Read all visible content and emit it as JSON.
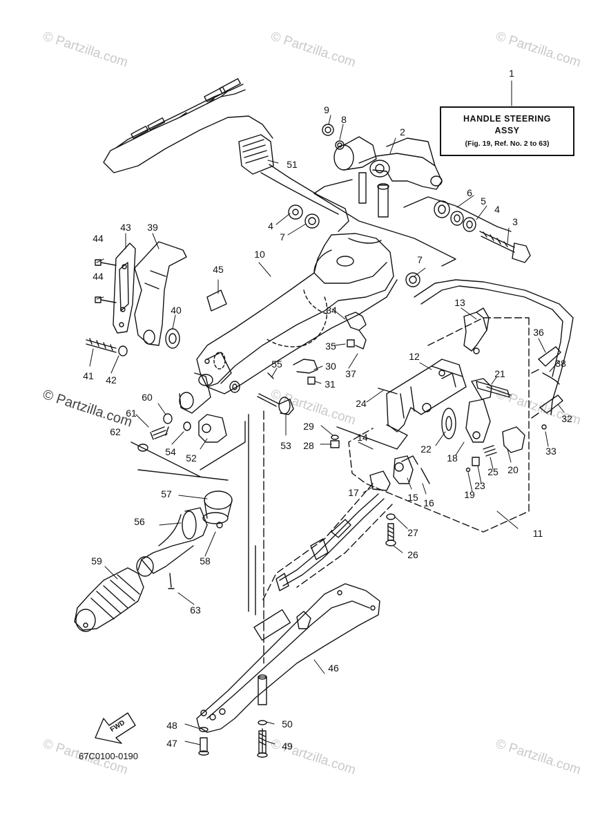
{
  "watermark": {
    "text": "© Partzilla.com",
    "prominent_text": "© Partzilla.com"
  },
  "title_box": {
    "line1": "HANDLE STEERING",
    "line2": "ASSY",
    "line3": "(Fig. 19, Ref. No. 2 to 63)"
  },
  "drawing_code": "67C0100-0190",
  "fwd_label": "FWD",
  "callouts": [
    "1",
    "2",
    "3",
    "4",
    "4",
    "5",
    "6",
    "7",
    "7",
    "8",
    "9",
    "10",
    "11",
    "12",
    "13",
    "14",
    "15",
    "16",
    "17",
    "18",
    "19",
    "20",
    "21",
    "22",
    "23",
    "24",
    "25",
    "26",
    "27",
    "28",
    "29",
    "30",
    "31",
    "32",
    "33",
    "34",
    "35",
    "36",
    "37",
    "38",
    "39",
    "40",
    "41",
    "42",
    "43",
    "44",
    "44",
    "45",
    "46",
    "47",
    "48",
    "49",
    "50",
    "51",
    "52",
    "53",
    "54",
    "55",
    "56",
    "57",
    "58",
    "59",
    "60",
    "61",
    "62",
    "63"
  ],
  "colors": {
    "line": "#111111",
    "watermark": "#c9c9c9"
  }
}
